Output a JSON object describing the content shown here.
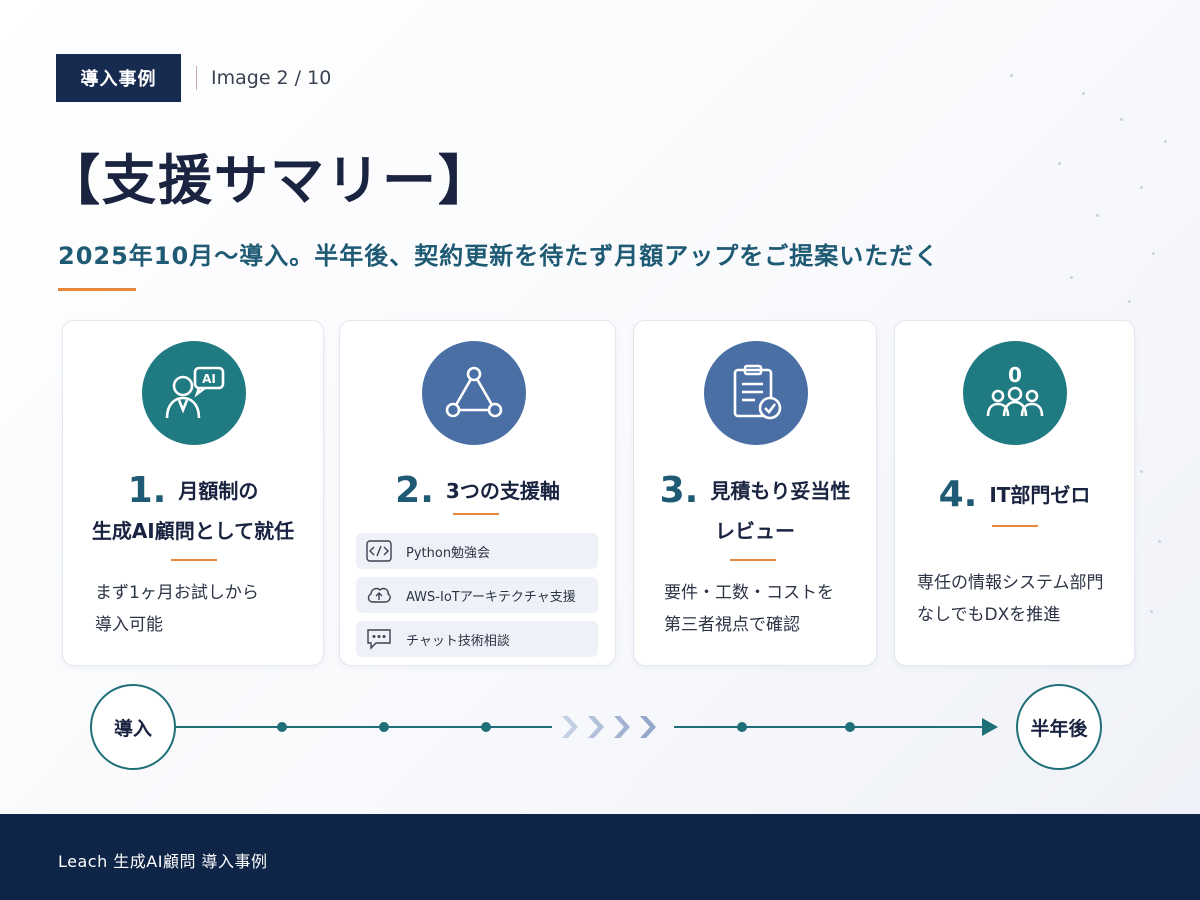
{
  "header": {
    "tag": "導入事例",
    "page_indicator": "Image 2 / 10"
  },
  "title": "【支援サマリー】",
  "subtitle": "2025年10月～導入。半年後、契約更新を待たず月額アップをご提案いただく",
  "cards": [
    {
      "number": "1.",
      "heading_line1": "月額制の",
      "heading_line2": "生成AI顧問として就任",
      "desc_line1": "まず1ヶ月お試しから",
      "desc_line2": "導入可能",
      "icon": "ai-consultant-icon",
      "icon_bg": "#1f7a82",
      "icon_label": "AI"
    },
    {
      "number": "2.",
      "heading_line1": "3つの支援軸",
      "icon": "network-icon",
      "icon_bg": "#4a6fa5",
      "pills": [
        {
          "label": "Python勉強会",
          "icon": "code-icon"
        },
        {
          "label": "AWS-IoTアーキテクチャ支援",
          "icon": "cloud-upload-icon"
        },
        {
          "label": "チャット技術相談",
          "icon": "chat-icon"
        }
      ]
    },
    {
      "number": "3.",
      "heading_line1": "見積もり妥当性",
      "heading_line2": "レビュー",
      "desc_line1": "要件・工数・コストを",
      "desc_line2": "第三者視点で確認",
      "icon": "clipboard-check-icon",
      "icon_bg": "#4a6fa5"
    },
    {
      "number": "4.",
      "heading_line1": "IT部門ゼロ",
      "desc_line1": "専任の情報システム部門",
      "desc_line2": "なしでもDXを推進",
      "icon": "team-zero-icon",
      "icon_bg": "#1f7a82",
      "icon_label": "0"
    }
  ],
  "timeline": {
    "start": "導入",
    "end": "半年後"
  },
  "footer": {
    "text": "Leach 生成AI顧問 導入事例"
  },
  "colors": {
    "navy": "#172a4f",
    "teal": "#1f5a74",
    "accent_orange": "#e8873a",
    "footer_bg": "#0f2547"
  }
}
